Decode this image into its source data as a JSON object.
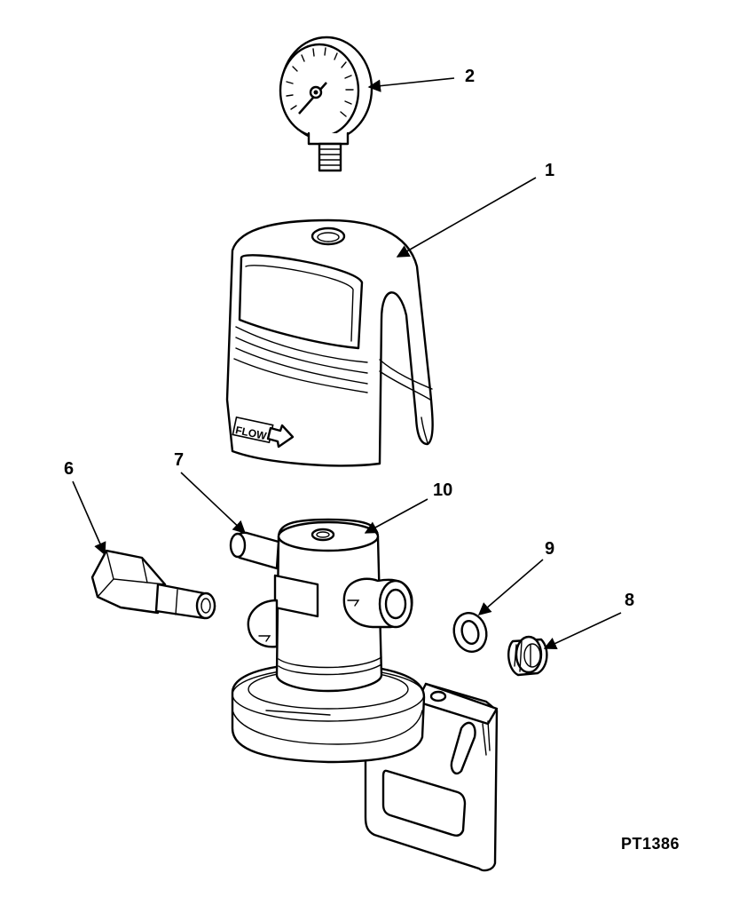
{
  "figure_id": "PT1386",
  "callouts": [
    {
      "label": "2"
    },
    {
      "label": "1"
    },
    {
      "label": "6"
    },
    {
      "label": "7"
    },
    {
      "label": "10"
    },
    {
      "label": "9"
    },
    {
      "label": "8"
    }
  ],
  "housing_marking": "FLOW",
  "colors": {
    "line": "#000000",
    "background": "#ffffff"
  }
}
